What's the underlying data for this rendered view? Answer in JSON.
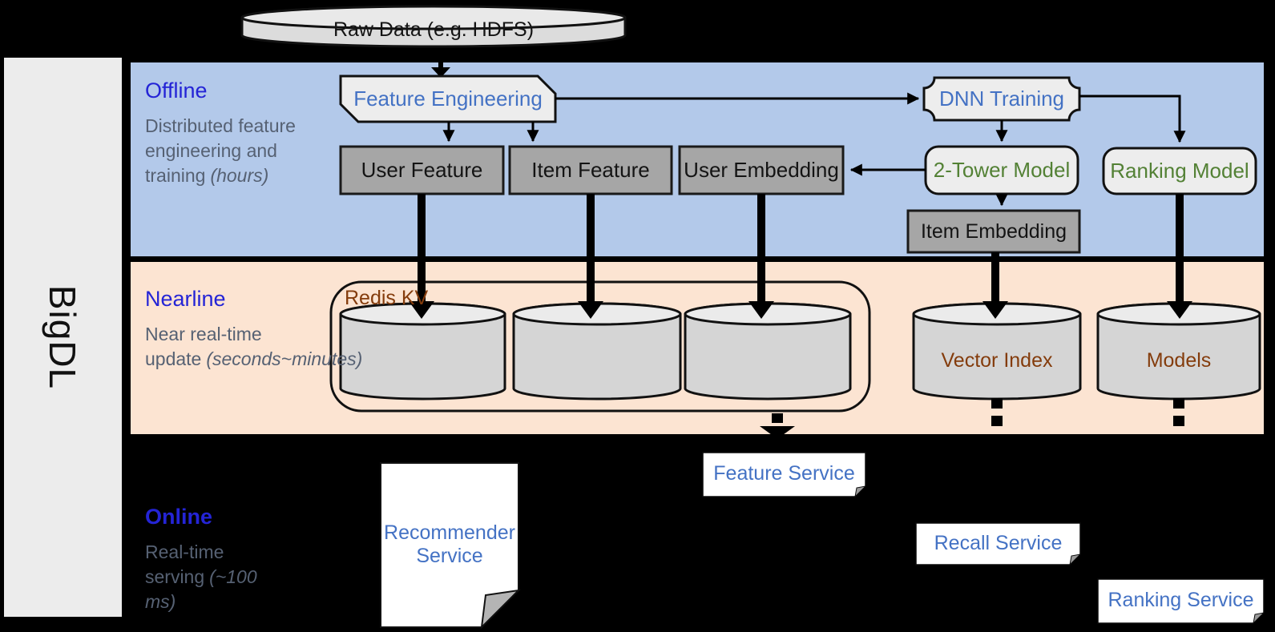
{
  "brand": "BigDL",
  "raw_data_label": "Raw Data (e.g. HDFS)",
  "sections": {
    "offline": {
      "title": "Offline",
      "desc": "Distributed feature engineering and training",
      "note": "(hours)"
    },
    "nearline": {
      "title": "Nearline",
      "desc": "Near real-time update",
      "note": "(seconds~minutes)"
    },
    "online": {
      "title": "Online",
      "desc": "Real-time serving",
      "note": "(~100 ms)"
    }
  },
  "nodes": {
    "feature_engineering": "Feature Engineering",
    "dnn_training": "DNN Training",
    "user_feature": "User Feature",
    "item_feature": "Item Feature",
    "user_embedding": "User Embedding",
    "two_tower_model": "2-Tower Model",
    "ranking_model": "Ranking Model",
    "item_embedding": "Item Embedding",
    "redis_kv": "Redis KV",
    "vector_index": "Vector Index",
    "models": "Models",
    "recommender_service": "Recommender Service",
    "feature_service": "Feature Service",
    "recall_service": "Recall Service",
    "ranking_service": "Ranking Service"
  },
  "colors": {
    "offline_bg": "#b3c9ea",
    "nearline_bg": "#fce4d2",
    "online_bg": "#000000",
    "sidebar_bg": "#ececec",
    "section_title_blue": "#2424d6",
    "description_gray": "#566173",
    "node_text_blue": "#4472c4",
    "node_text_green": "#538135",
    "node_text_brown": "#843c0c",
    "gray_box_fill": "#a6a6a6",
    "light_box_fill": "#ededed"
  }
}
